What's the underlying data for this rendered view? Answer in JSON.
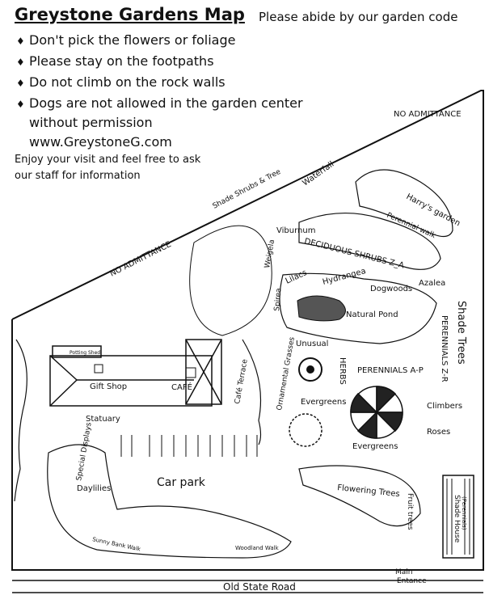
{
  "header": {
    "title": "Greystone Gardens Map",
    "subtitle": "Please abide by our garden code",
    "rules": [
      "Don't pick the flowers or foliage",
      "Please stay on the footpaths",
      "Do not climb on the rock walls",
      "Dogs are not allowed in the garden center",
      "without permission"
    ],
    "website": "www.GreystoneG.com",
    "enjoy_line1": "Enjoy your visit and feel free to ask",
    "enjoy_line2": "our staff for information"
  },
  "map": {
    "no_admittance": "NO ADMITTANCE",
    "shade_shrubs": "Shade Shrubs & Tree",
    "waterfall": "Waterfall",
    "harrys_garden": "Harry's garden",
    "perennial_walk": "Perennial walk",
    "viburnum": "Viburnum",
    "deciduous": "DECIDUOUS SHRUBS Z_A",
    "weigela": "Weigela",
    "lilacs": "Lilacs",
    "hydrangea": "Hydrangea",
    "dogwoods": "Dogwoods",
    "azalea": "Azalea",
    "spirea": "Spirea",
    "natural_pond": "Natural Pond",
    "shade_trees": "Shade Trees",
    "perennials_zr": "PERENNIALS Z-R",
    "unusual": "Unusual",
    "herbs": "HERBS",
    "perennials_ap": "PERENNIALS A-P",
    "potting_shed": "Potting Shed",
    "gift_shop": "Gift Shop",
    "cafe": "CAFÉ",
    "cafe_terrace": "Café Terrace",
    "ornamental_grasses": "Ornamental Grasses",
    "evergreens_1": "Evergreens",
    "evergreens_2": "Evergreens",
    "climbers": "Climbers",
    "roses": "Roses",
    "statuary": "Statuary",
    "special_displays": "Special Displays",
    "daylilies": "Daylilies",
    "car_park": "Car park",
    "flowering_trees": "Flowering Trees",
    "fruit_trees": "Fruit trees",
    "shade_house": "Shade House",
    "perennials_small": "(Perennials)",
    "sunny_bank_walk": "Sunny Bank Walk",
    "woodland_walk": "Woodland Walk",
    "main_entrance_1": "Main",
    "main_entrance_2": "Entance",
    "old_state_road": "Old State Road"
  }
}
